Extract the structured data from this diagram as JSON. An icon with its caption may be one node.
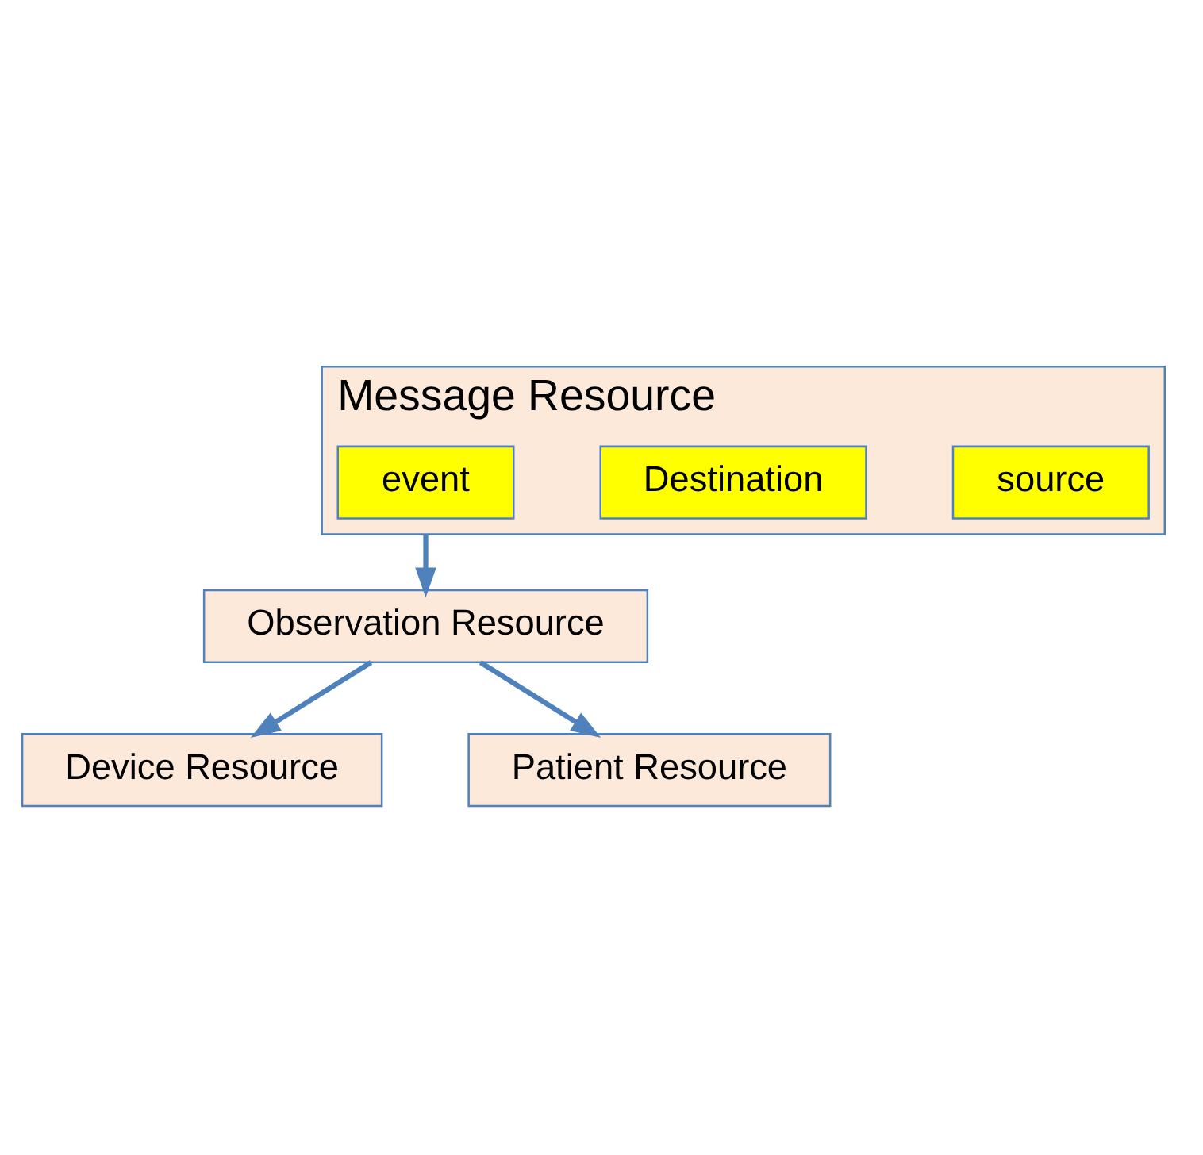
{
  "diagram": {
    "nodes": [
      {
        "text": [
          "Message Resource"
        ]
      },
      {
        "text": [
          "source"
        ],
        "in": 0
      },
      {
        "text": [
          "Destination"
        ],
        "in": 0
      },
      {
        "text": [
          "event"
        ],
        "in": 0
      },
      {
        "text": [
          "Observation Resource"
        ]
      },
      {
        "text": [
          "Device Resource"
        ]
      },
      {
        "text": [
          "Patient Resource"
        ]
      }
    ],
    "edges": [
      {
        "from": 0,
        "to": 4,
        "arrow": "to"
      },
      {
        "from": 4,
        "to": 5,
        "arrow": "to"
      },
      {
        "from": 4,
        "to": 6,
        "arrow": "to"
      }
    ]
  }
}
